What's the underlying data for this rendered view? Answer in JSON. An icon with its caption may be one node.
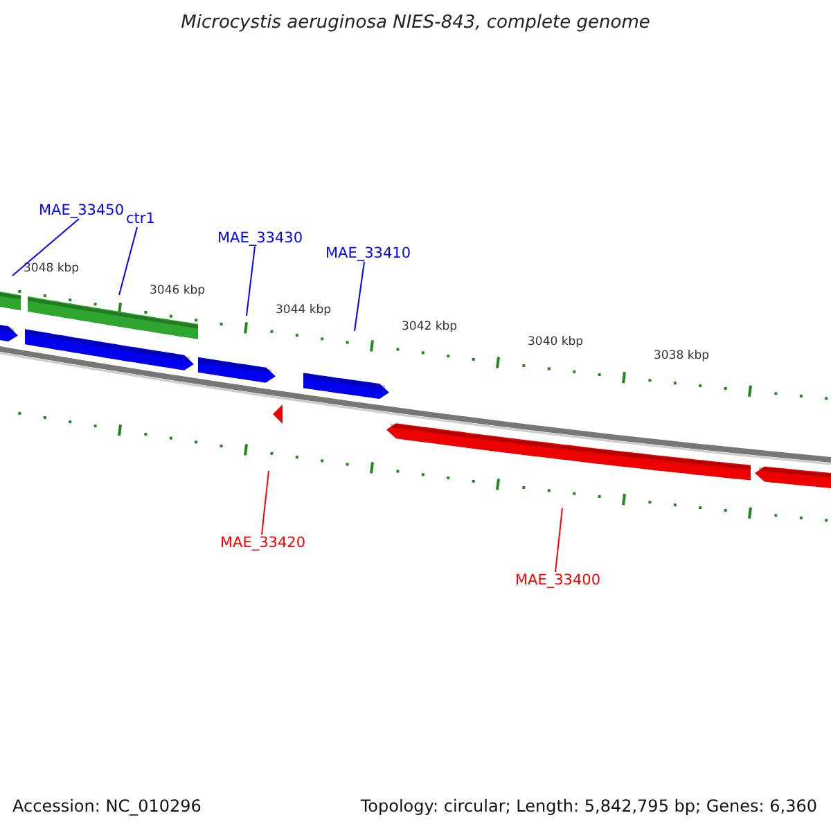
{
  "diagram": {
    "title": "Microcystis aeruginosa NIES-843, complete genome",
    "nodes": [
      {
        "text": [
          "MAE_33450"
        ]
      },
      {
        "text": [
          "ctr1"
        ]
      },
      {
        "text": [
          "MAE_33430"
        ]
      },
      {
        "text": [
          "MAE_33410"
        ]
      },
      {
        "text": [
          "MAE_33420"
        ]
      },
      {
        "text": [
          "MAE_33400"
        ]
      }
    ],
    "edges": [
      {
        "from": 0,
        "to": null,
        "arrow": "none"
      },
      {
        "from": 1,
        "to": null,
        "arrow": "none"
      },
      {
        "from": 2,
        "to": null,
        "arrow": "none"
      },
      {
        "from": 3,
        "to": null,
        "arrow": "none"
      },
      {
        "from": 4,
        "to": null,
        "arrow": "none",
        "color": "#ff0000"
      },
      {
        "from": 5,
        "to": null,
        "arrow": "none",
        "color": "#ff0000"
      }
    ],
    "labels": [
      "3048 kbp",
      "3046 kbp",
      "3044 kbp",
      "3042 kbp",
      "3040 kbp",
      "3038 kbp",
      "Accession: NC_010296",
      "Topology: circular; Length: 5,842,795 bp; Genes: 6,360"
    ]
  }
}
